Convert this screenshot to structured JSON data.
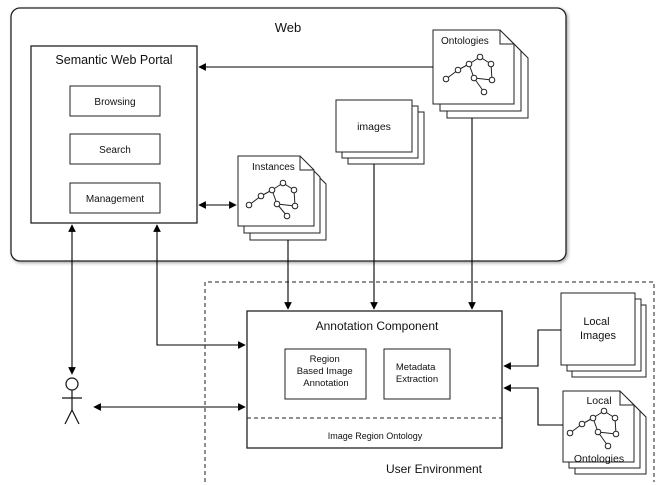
{
  "web": {
    "label": "Web"
  },
  "portal": {
    "title": "Semantic Web Portal",
    "items": [
      {
        "label": "Browsing"
      },
      {
        "label": "Search"
      },
      {
        "label": "Management"
      }
    ]
  },
  "ontologies": {
    "label": "Ontologies"
  },
  "images": {
    "label": "images"
  },
  "instances": {
    "label": "Instances"
  },
  "user_env": {
    "label": "User Environment"
  },
  "annotation": {
    "title": "Annotation Component",
    "region_lines": [
      "Region",
      "Based Image",
      "Annotation"
    ],
    "metadata_lines": [
      "Metadata",
      "Extraction"
    ],
    "footer": "Image Region Ontology"
  },
  "local_images": {
    "lines": [
      "Local",
      "Images"
    ]
  },
  "local_ontologies": {
    "top": "Local",
    "bottom": "Ontologies"
  }
}
